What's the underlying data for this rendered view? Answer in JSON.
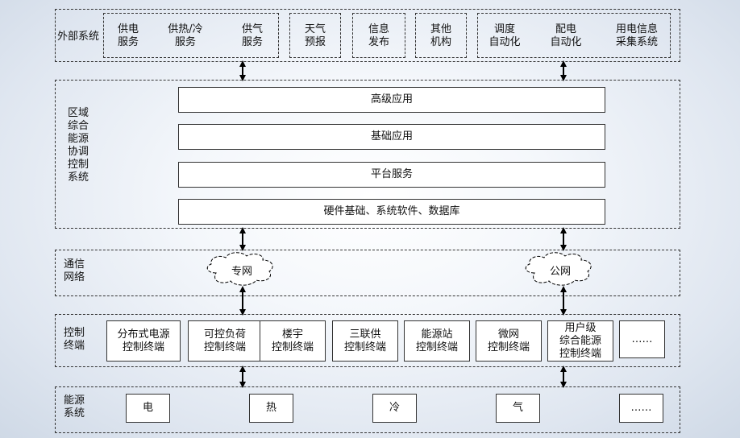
{
  "external": {
    "label": "外部系统",
    "group1": [
      "供电\n服务",
      "供热/冷\n服务",
      "供气\n服务"
    ],
    "weather": "天气\n预报",
    "info": "信息\n发布",
    "other": "其他\n机构",
    "group2": [
      "调度\n自动化",
      "配电\n自动化",
      "用电信息\n采集系统"
    ]
  },
  "regional": {
    "label": "区域\n综合\n能源\n协调\n控制\n系统",
    "layers": [
      "高级应用",
      "基础应用",
      "平台服务",
      "硬件基础、系统软件、数据库"
    ]
  },
  "network": {
    "label": "通信\n网络",
    "clouds": [
      "专网",
      "公网"
    ]
  },
  "terminals": {
    "label": "控制\n终端",
    "items": [
      "分布式电源\n控制终端",
      "可控负荷\n控制终端",
      "楼宇\n控制终端",
      "三联供\n控制终端",
      "能源站\n控制终端",
      "微网\n控制终端",
      "用户级\n综合能源\n控制终端",
      "……"
    ]
  },
  "energy": {
    "label": "能源\n系统",
    "items": [
      "电",
      "热",
      "冷",
      "气",
      "……"
    ]
  }
}
